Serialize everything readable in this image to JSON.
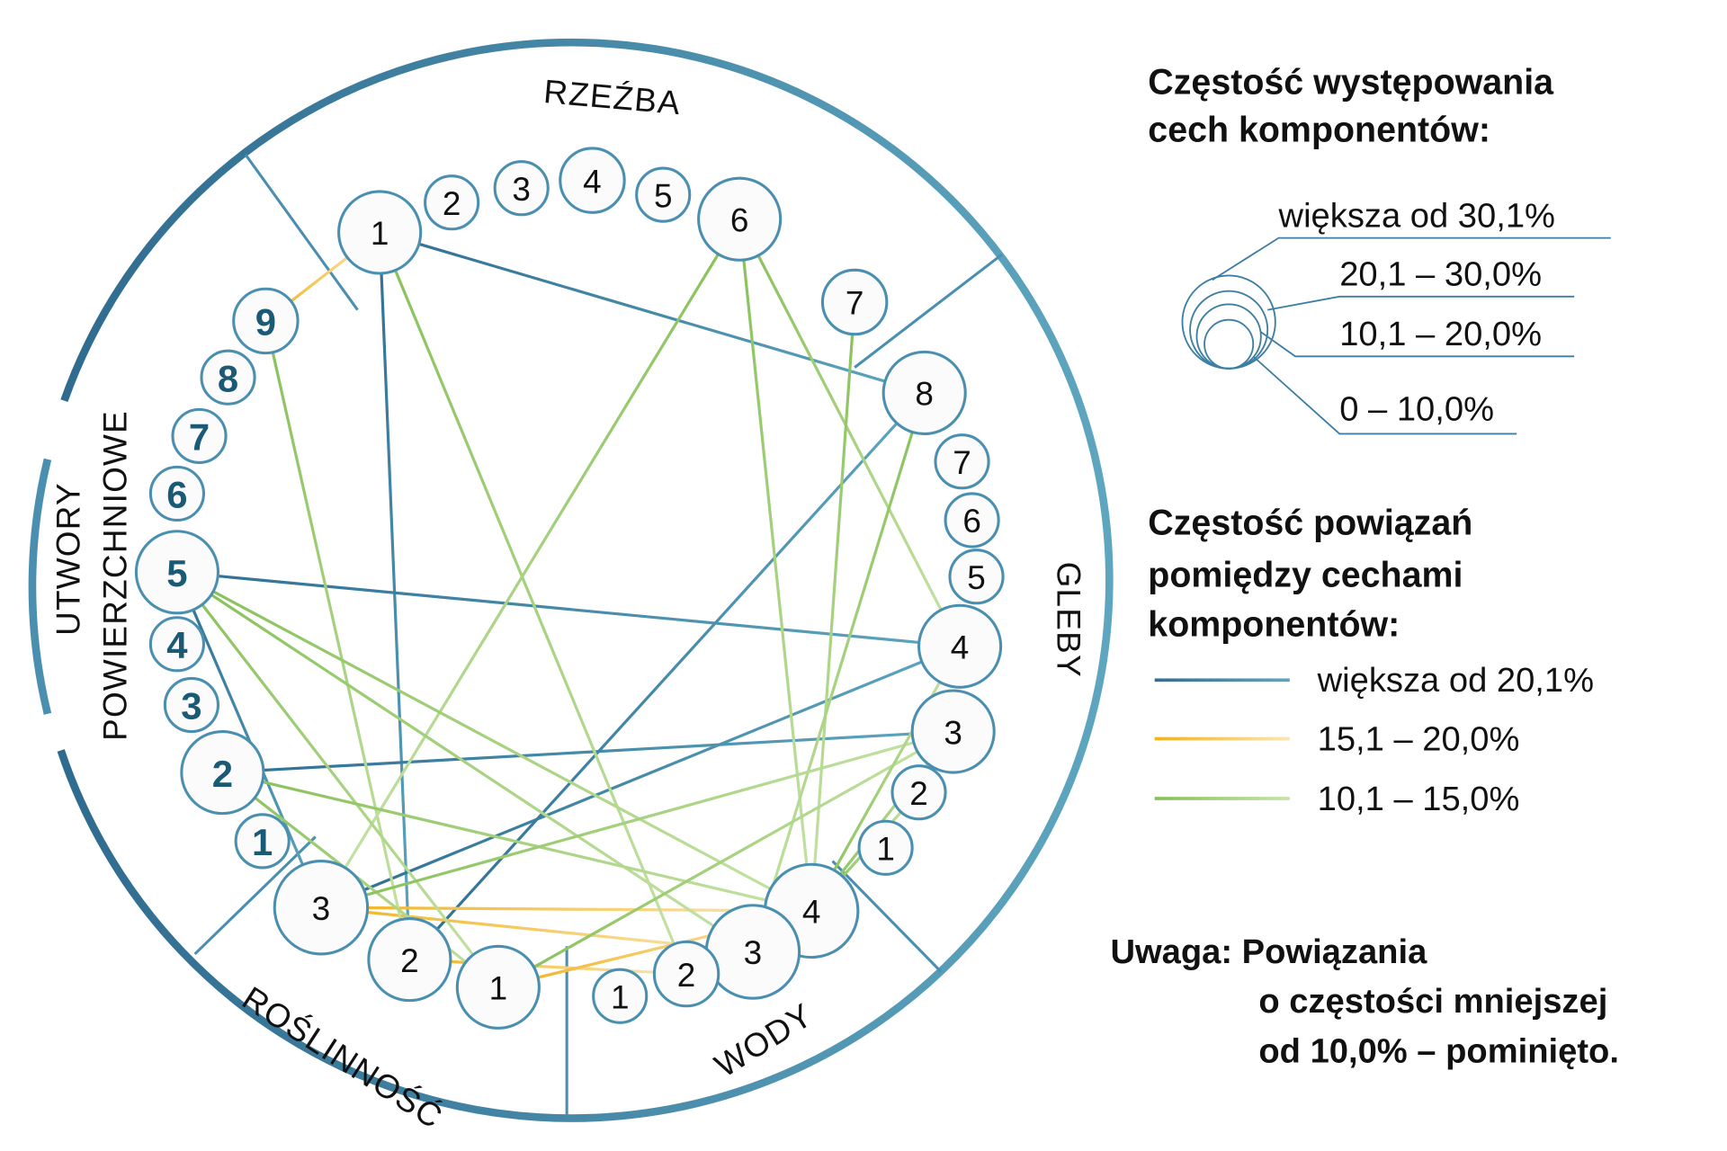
{
  "groups": {
    "rzezba": "RZEŹBA",
    "gleby": "GLEBY",
    "wody": "WODY",
    "roslinnosc": "ROŚLINNOŚĆ",
    "utwory_line1": "UTWORY",
    "utwory_line2": "POWIERZCHNIOWE"
  },
  "nodes": [
    {
      "id": "R1",
      "group": "rzezba",
      "label": "1",
      "size_class": 2
    },
    {
      "id": "R2",
      "group": "rzezba",
      "label": "2",
      "size_class": 0
    },
    {
      "id": "R3",
      "group": "rzezba",
      "label": "3",
      "size_class": 0
    },
    {
      "id": "R4",
      "group": "rzezba",
      "label": "4",
      "size_class": 1
    },
    {
      "id": "R5",
      "group": "rzezba",
      "label": "5",
      "size_class": 0
    },
    {
      "id": "R6",
      "group": "rzezba",
      "label": "6",
      "size_class": 2
    },
    {
      "id": "R7",
      "group": "rzezba",
      "label": "7",
      "size_class": 1
    },
    {
      "id": "R8",
      "group": "rzezba",
      "label": "8",
      "size_class": 2
    },
    {
      "id": "G7",
      "group": "gleby",
      "label": "7",
      "size_class": 0
    },
    {
      "id": "G6",
      "group": "gleby",
      "label": "6",
      "size_class": 0
    },
    {
      "id": "G5",
      "group": "gleby",
      "label": "5",
      "size_class": 0
    },
    {
      "id": "G4",
      "group": "gleby",
      "label": "4",
      "size_class": 2
    },
    {
      "id": "G3",
      "group": "gleby",
      "label": "3",
      "size_class": 2
    },
    {
      "id": "G2",
      "group": "gleby",
      "label": "2",
      "size_class": 0
    },
    {
      "id": "G1",
      "group": "gleby",
      "label": "1",
      "size_class": 0
    },
    {
      "id": "W4",
      "group": "wody",
      "label": "4",
      "size_class": 3
    },
    {
      "id": "W3",
      "group": "wody",
      "label": "3",
      "size_class": 3
    },
    {
      "id": "W2",
      "group": "wody",
      "label": "2",
      "size_class": 1
    },
    {
      "id": "W1",
      "group": "wody",
      "label": "1",
      "size_class": 0
    },
    {
      "id": "P3",
      "group": "roslinnosc",
      "label": "3",
      "size_class": 3
    },
    {
      "id": "P2",
      "group": "roslinnosc",
      "label": "2",
      "size_class": 2
    },
    {
      "id": "P1",
      "group": "roslinnosc",
      "label": "1",
      "size_class": 2
    },
    {
      "id": "U9",
      "group": "utwory",
      "label": "9",
      "size_class": 1
    },
    {
      "id": "U8",
      "group": "utwory",
      "label": "8",
      "size_class": 0
    },
    {
      "id": "U7",
      "group": "utwory",
      "label": "7",
      "size_class": 0
    },
    {
      "id": "U6",
      "group": "utwory",
      "label": "6",
      "size_class": 0
    },
    {
      "id": "U5",
      "group": "utwory",
      "label": "5",
      "size_class": 2
    },
    {
      "id": "U4",
      "group": "utwory",
      "label": "4",
      "size_class": 0
    },
    {
      "id": "U3",
      "group": "utwory",
      "label": "3",
      "size_class": 0
    },
    {
      "id": "U2",
      "group": "utwory",
      "label": "2",
      "size_class": 2
    },
    {
      "id": "U1",
      "group": "utwory",
      "label": "1",
      "size_class": 0
    }
  ],
  "links": [
    {
      "from": "R1",
      "to": "R8",
      "class": "high"
    },
    {
      "from": "R1",
      "to": "P2",
      "class": "high"
    },
    {
      "from": "U5",
      "to": "G4",
      "class": "high"
    },
    {
      "from": "U2",
      "to": "G3",
      "class": "high"
    },
    {
      "from": "U5",
      "to": "P3",
      "class": "high"
    },
    {
      "from": "P3",
      "to": "G4",
      "class": "high"
    },
    {
      "from": "P2",
      "to": "R8",
      "class": "high"
    },
    {
      "from": "U9",
      "to": "R1",
      "class": "mid"
    },
    {
      "from": "P3",
      "to": "W4",
      "class": "mid"
    },
    {
      "from": "P3",
      "to": "W3",
      "class": "mid"
    },
    {
      "from": "P2",
      "to": "W2",
      "class": "mid"
    },
    {
      "from": "P1",
      "to": "W4",
      "class": "mid"
    },
    {
      "from": "U9",
      "to": "P2",
      "class": "low"
    },
    {
      "from": "R1",
      "to": "W2",
      "class": "low"
    },
    {
      "from": "R6",
      "to": "P3",
      "class": "low"
    },
    {
      "from": "R6",
      "to": "W4",
      "class": "low"
    },
    {
      "from": "R6",
      "to": "G4",
      "class": "low"
    },
    {
      "from": "R7",
      "to": "W4",
      "class": "low"
    },
    {
      "from": "R8",
      "to": "W3",
      "class": "low"
    },
    {
      "from": "U5",
      "to": "W4",
      "class": "low"
    },
    {
      "from": "U5",
      "to": "W3",
      "class": "low"
    },
    {
      "from": "U5",
      "to": "P1",
      "class": "low"
    },
    {
      "from": "U2",
      "to": "W4",
      "class": "low"
    },
    {
      "from": "U2",
      "to": "P1",
      "class": "low"
    },
    {
      "from": "P3",
      "to": "G3",
      "class": "low"
    },
    {
      "from": "P1",
      "to": "G3",
      "class": "low"
    },
    {
      "from": "W4",
      "to": "G4",
      "class": "low"
    },
    {
      "from": "W4",
      "to": "G3",
      "class": "low"
    },
    {
      "from": "W4",
      "to": "G2",
      "class": "low"
    }
  ],
  "legend": {
    "size_title_1": "Częstość występowania",
    "size_title_2": "cech komponentów:",
    "size_classes": [
      "0 – 10,0%",
      "10,1 – 20,0%",
      "20,1 – 30,0%",
      "większa od 30,1%"
    ],
    "link_title_1": "Częstość powiązań",
    "link_title_2": "pomiędzy cechami",
    "link_title_3": "komponentów:",
    "link_high": "większa od 20,1%",
    "link_mid": "15,1 – 20,0%",
    "link_low": "10,1 – 15,0%"
  },
  "note": {
    "line1": "Uwaga: Powiązania",
    "line2": "o częstości mniejszej",
    "line3": "od 10,0% – pominięto."
  },
  "colors": {
    "ring_dark": "#2f6b8f",
    "ring_light": "#5ea6bf",
    "high_dark": "#2f6f94",
    "high_light": "#5ea6bf",
    "mid_dark": "#f2b21f",
    "mid_light": "#fae6b4",
    "low_dark": "#86c058",
    "low_light": "#c6e3a6"
  }
}
